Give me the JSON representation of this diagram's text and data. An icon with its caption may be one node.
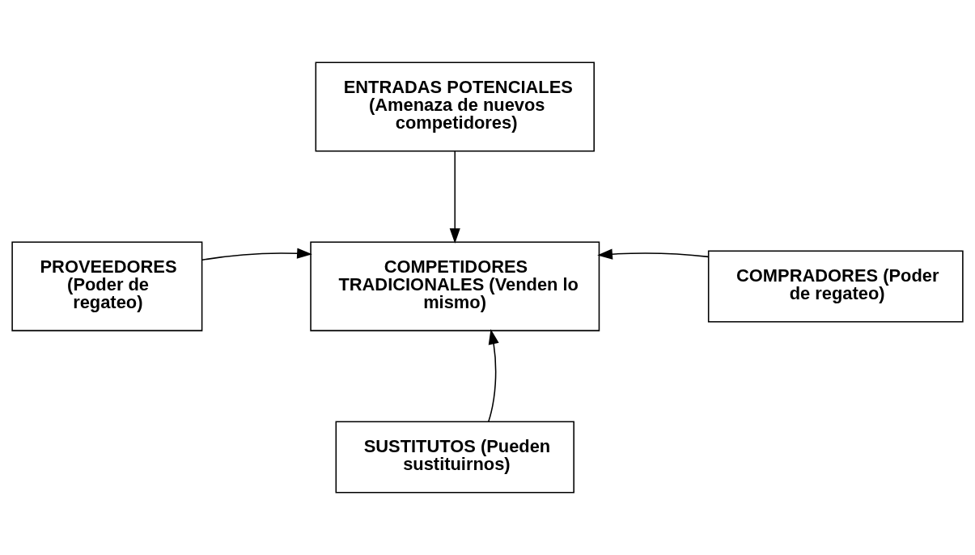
{
  "diagram": {
    "nodes": [
      {
        "text": [
          "ENTRADAS POTENCIALES (Amenaza de nuevos competidores)"
        ]
      },
      {
        "text": [
          "PROVEEDORES (Poder de regateo)"
        ]
      },
      {
        "text": [
          "COMPETIDORES TRADICIONALES (Venden lo mismo)"
        ]
      },
      {
        "text": [
          "COMPRADORES (Poder de regateo)"
        ]
      },
      {
        "text": [
          "SUSTITUTOS (Pueden sustituirnos)"
        ]
      }
    ],
    "edges": [
      {
        "from": 0,
        "to": 2,
        "arrow": "to"
      },
      {
        "from": 1,
        "to": 2,
        "arrow": "to"
      },
      {
        "from": 3,
        "to": 2,
        "arrow": "to"
      },
      {
        "from": 4,
        "to": 2,
        "arrow": "to"
      }
    ]
  }
}
